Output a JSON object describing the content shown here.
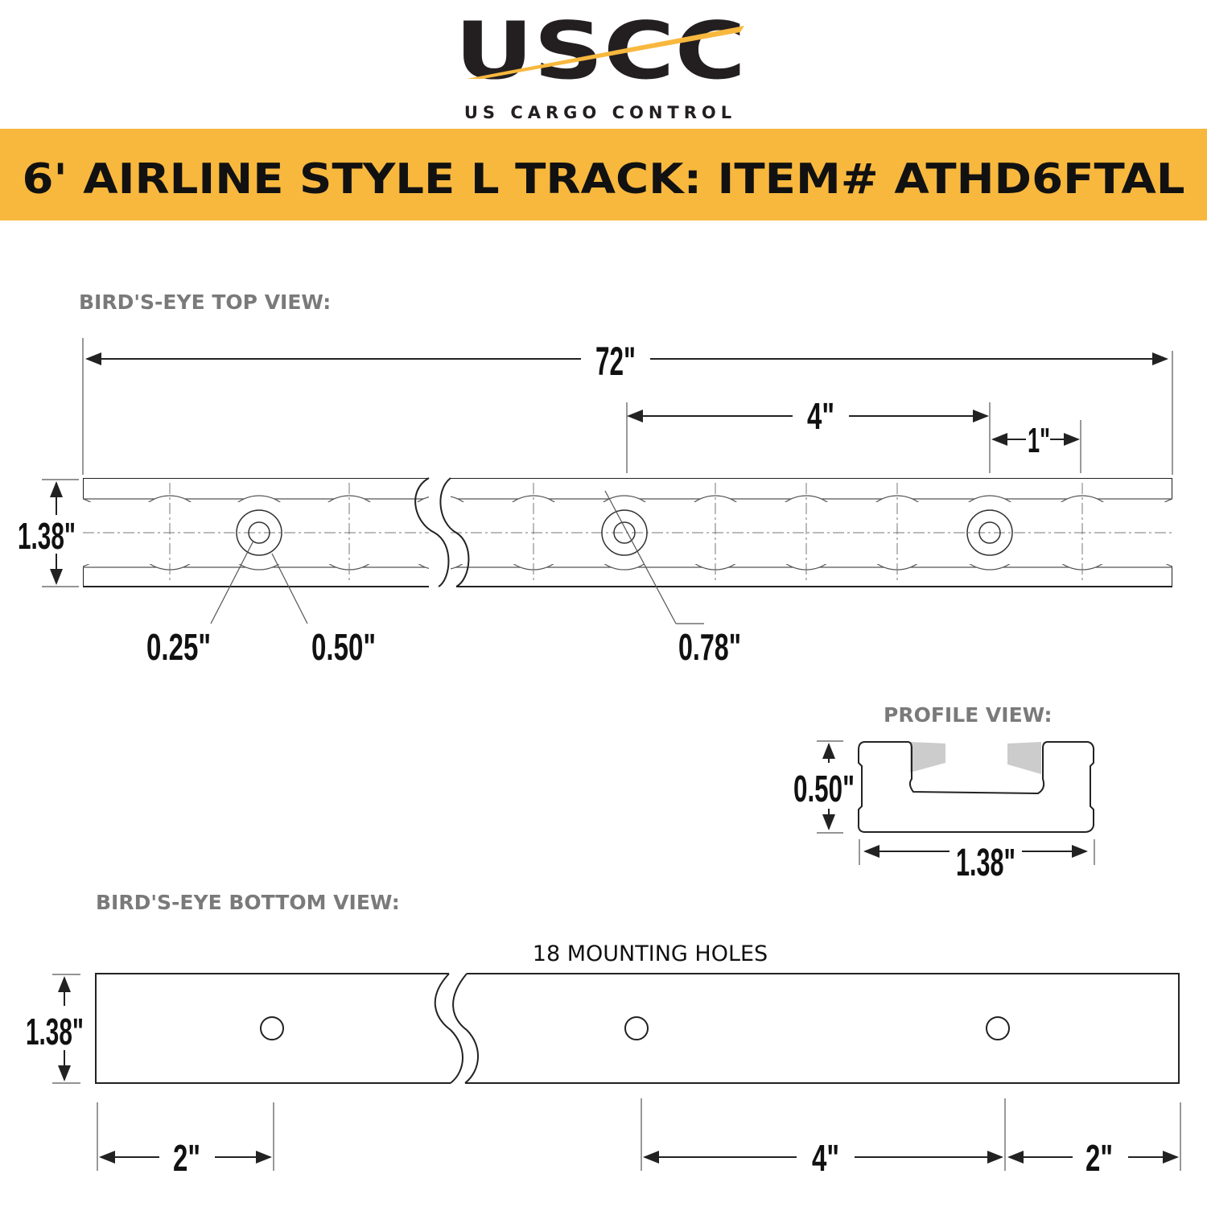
{
  "logo": {
    "wordmark": "USCC",
    "tagline": "US CARGO CONTROL"
  },
  "banner": {
    "title": "6' AIRLINE STYLE L TRACK:  ITEM# ATHD6FTAL",
    "color": "#F8B83E"
  },
  "top_view": {
    "heading": "BIRD'S-EYE TOP VIEW:",
    "length": "72\"",
    "hole_spacing": "4\"",
    "lobe_spacing": "1\"",
    "width": "1.38\"",
    "inner_hole": "0.25\"",
    "outer_hole": "0.50\"",
    "counterbore": "0.78\""
  },
  "profile_view": {
    "heading": "PROFILE VIEW:",
    "height": "0.50\"",
    "width": "1.38\""
  },
  "bottom_view": {
    "heading": "BIRD'S-EYE BOTTOM VIEW:",
    "holes_label": "18 MOUNTING HOLES",
    "width": "1.38\"",
    "end_offset_left": "2\"",
    "hole_spacing": "4\"",
    "end_offset_right": "2\""
  }
}
